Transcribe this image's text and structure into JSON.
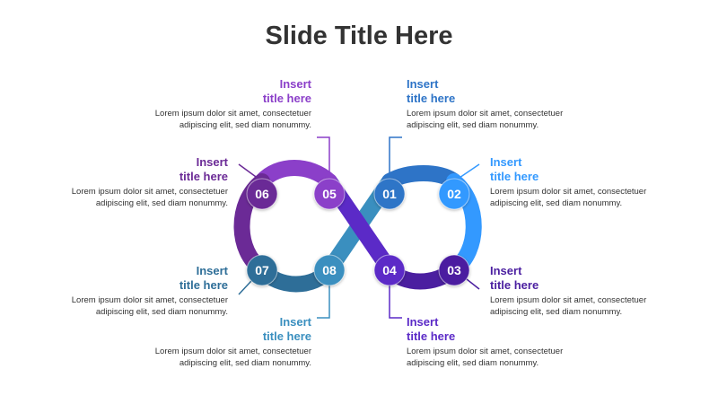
{
  "slide": {
    "title": "Slide Title Here"
  },
  "steps": [
    {
      "num": "01",
      "title_line1": "Insert",
      "title_line2": "title here",
      "body_line1": "Lorem ipsum dolor sit amet, consectetuer",
      "body_line2": "adipiscing elit, sed diam nonummy.",
      "color": "#2E74C7"
    },
    {
      "num": "02",
      "title_line1": "Insert",
      "title_line2": "title here",
      "body_line1": "Lorem ipsum dolor sit amet, consectetuer",
      "body_line2": "adipiscing elit, sed diam nonummy.",
      "color": "#3399FF"
    },
    {
      "num": "03",
      "title_line1": "Insert",
      "title_line2": "title here",
      "body_line1": "Lorem ipsum dolor sit amet, consectetuer",
      "body_line2": "adipiscing elit, sed diam nonummy.",
      "color": "#4B1FA0"
    },
    {
      "num": "04",
      "title_line1": "Insert",
      "title_line2": "title here",
      "body_line1": "Lorem ipsum dolor sit amet, consectetuer",
      "body_line2": "adipiscing elit, sed diam nonummy.",
      "color": "#5B2AC7"
    },
    {
      "num": "05",
      "title_line1": "Insert",
      "title_line2": "title here",
      "body_line1": "Lorem ipsum dolor sit amet, consectetuer",
      "body_line2": "adipiscing elit, sed diam nonummy.",
      "color": "#8B3FC9"
    },
    {
      "num": "06",
      "title_line1": "Insert",
      "title_line2": "title here",
      "body_line1": "Lorem ipsum dolor sit amet, consectetuer",
      "body_line2": "adipiscing elit, sed diam nonummy.",
      "color": "#6B2A96"
    },
    {
      "num": "07",
      "title_line1": "Insert",
      "title_line2": "title here",
      "body_line1": "Lorem ipsum dolor sit amet, consectetuer",
      "body_line2": "adipiscing elit, sed diam nonummy.",
      "color": "#2E6E98"
    },
    {
      "num": "08",
      "title_line1": "Insert",
      "title_line2": "title here",
      "body_line1": "Lorem ipsum dolor sit amet, consectetuer",
      "body_line2": "adipiscing elit, sed diam nonummy.",
      "color": "#3A8FBF"
    }
  ]
}
